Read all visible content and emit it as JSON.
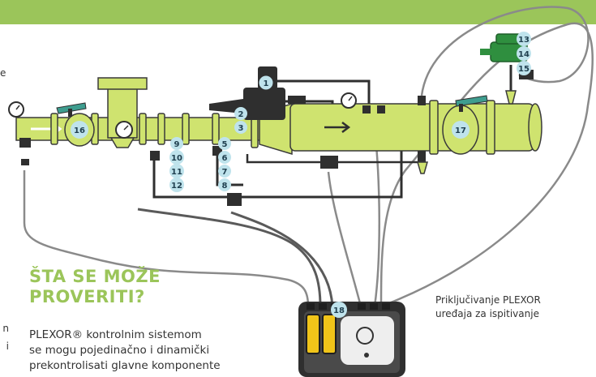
{
  "texts": {
    "cut_left_1": "e",
    "cut_left_2": "n",
    "cut_left_3": "i",
    "heading_line1": "ŠTA SE MOŽE",
    "heading_line2": "PROVERITI?",
    "body_line1": "PLEXOR® kontrolnim sistemom",
    "body_line2": "se mogu pojedinačno i dinamički",
    "body_line3": "prekontrolisati glavne komponente",
    "caption_line1": "Priključivanje PLEXOR",
    "caption_line2": "uređaja za ispitivanje"
  },
  "labels": [
    "1",
    "2",
    "3",
    "5",
    "6",
    "7",
    "8",
    "9",
    "10",
    "11",
    "12",
    "13",
    "14",
    "15",
    "16",
    "17",
    "18"
  ],
  "colors": {
    "banner": "#9bc55a",
    "pipe": "#cfe36f",
    "pipe_outline": "#3a3a3a",
    "heading": "#9bc55a",
    "label_bubble": "#bfe3ec",
    "valve_handle": "#3e9d8f",
    "regulator_dark": "#2f2f2f",
    "regulator_top": "#2f8f3f"
  }
}
